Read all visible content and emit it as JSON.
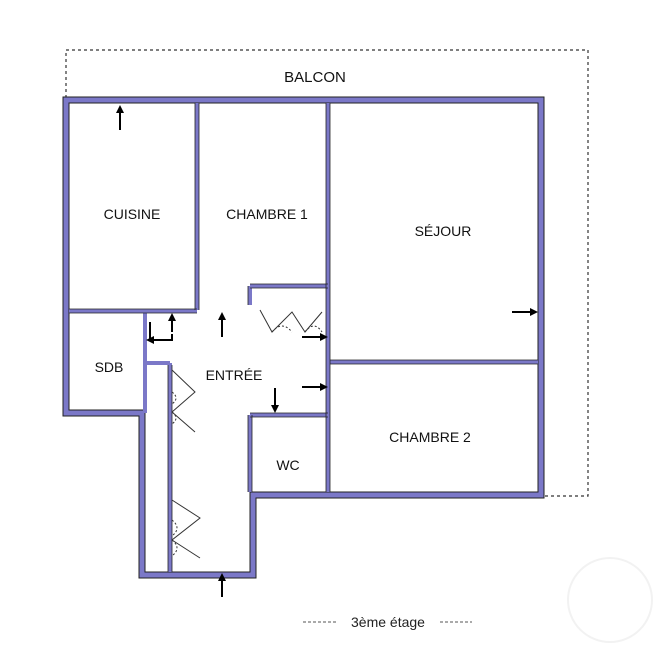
{
  "plan": {
    "balcony_label": "BALCON",
    "floor_label": "3ème étage",
    "wall_color": "#7b78c8",
    "rooms": {
      "cuisine": "CUISINE",
      "chambre1": "CHAMBRE 1",
      "sejour": "SÉJOUR",
      "sdb": "SDB",
      "entree": "ENTRÉE",
      "wc": "WC",
      "chambre2": "CHAMBRE 2"
    }
  }
}
